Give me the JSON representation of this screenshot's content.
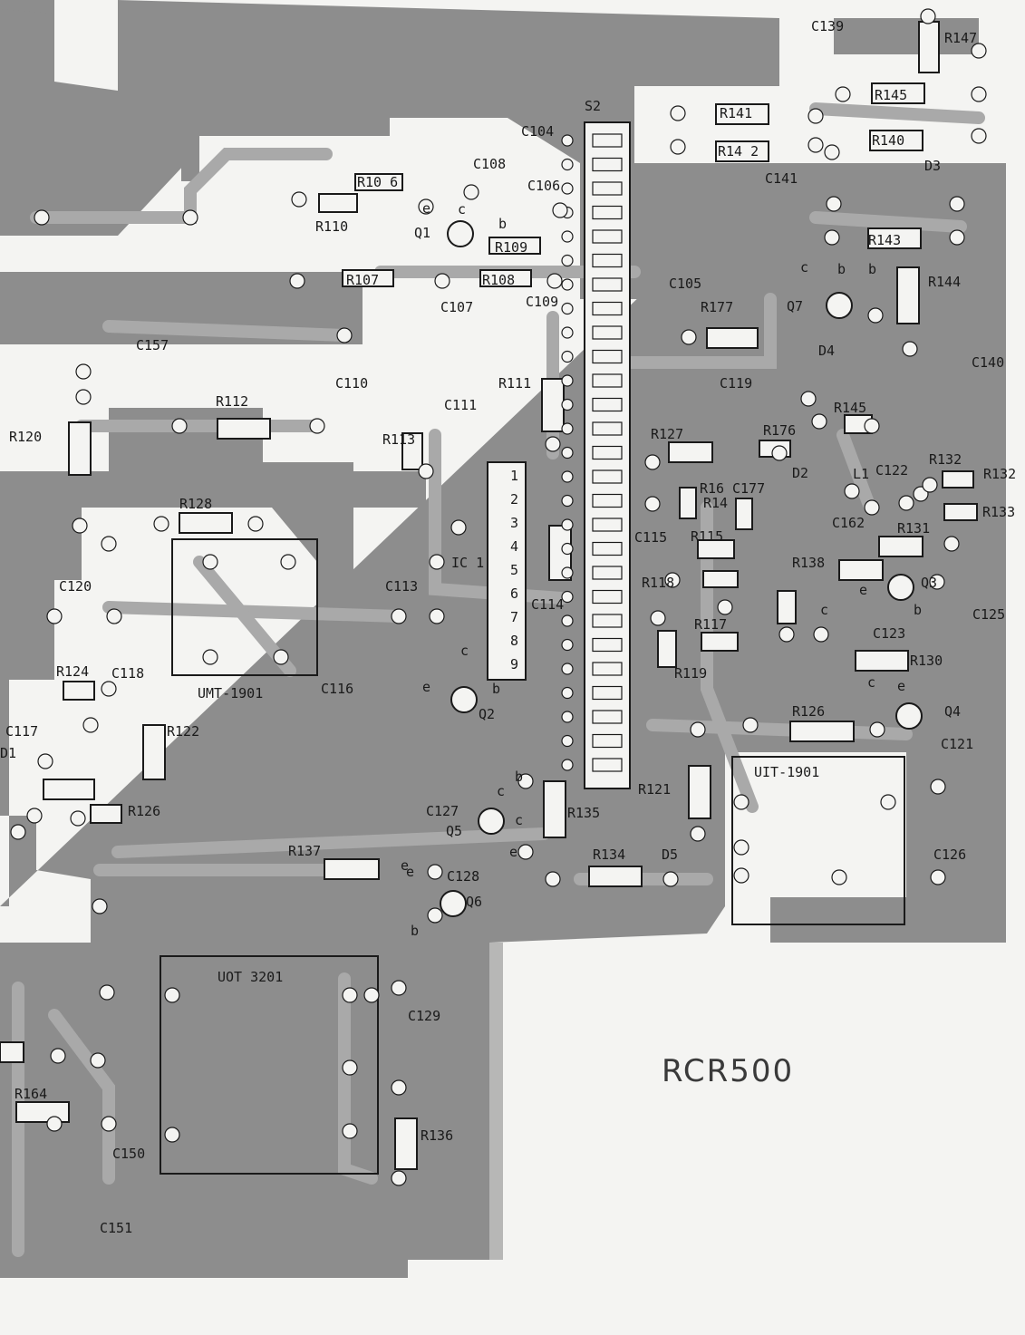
{
  "title": "RCR500",
  "colors": {
    "copper": "#8d8d8d",
    "trace": "#a9a9a9",
    "paper": "#f4f4f2",
    "ink": "#1a1a1a"
  },
  "labels": [
    "S2",
    "C104",
    "C108",
    "C106",
    "R10 6",
    "R110",
    "Q1",
    "R109",
    "R107",
    "R108",
    "C109",
    "C107",
    "C105",
    "R177",
    "C157",
    "C110",
    "R111",
    "C111",
    "R112",
    "R113",
    "R120",
    "R128",
    "IC 1",
    "C113",
    "C114",
    "C116",
    "Q2",
    "C120",
    "UMT-1901",
    "R124",
    "C118",
    "C117",
    "D1",
    "R122",
    "R126",
    "R137",
    "C127",
    "Q5",
    "Q6",
    "C128",
    "R135",
    "R134",
    "D5",
    "R121",
    "UIT-1901",
    "C121",
    "C126",
    "C139",
    "R147",
    "R145",
    "R141",
    "R14 2",
    "R140",
    "D3",
    "C141",
    "R143",
    "R144",
    "Q7",
    "D4",
    "C140",
    "C119",
    "R176",
    "R145",
    "D2",
    "C177",
    "L1",
    "C122",
    "R132",
    "R132",
    "R133",
    "R127",
    "R16",
    "R14",
    "C115",
    "R115",
    "R118",
    "R117",
    "R119",
    "C162",
    "R131",
    "R138",
    "Q3",
    "C125",
    "C123",
    "R130",
    "Q4",
    "R126",
    "UOT 3201",
    "C129",
    "R136",
    "C150",
    "C151",
    "R164"
  ],
  "pins": [
    "1",
    "2",
    "3",
    "4",
    "5",
    "6",
    "7",
    "8",
    "9"
  ],
  "terminals": [
    "e",
    "c",
    "b",
    "e",
    "c",
    "b",
    "c",
    "e",
    "b",
    "c",
    "e",
    "b",
    "e",
    "c",
    "b",
    "b",
    "c",
    "e",
    "b",
    "c",
    "e"
  ]
}
